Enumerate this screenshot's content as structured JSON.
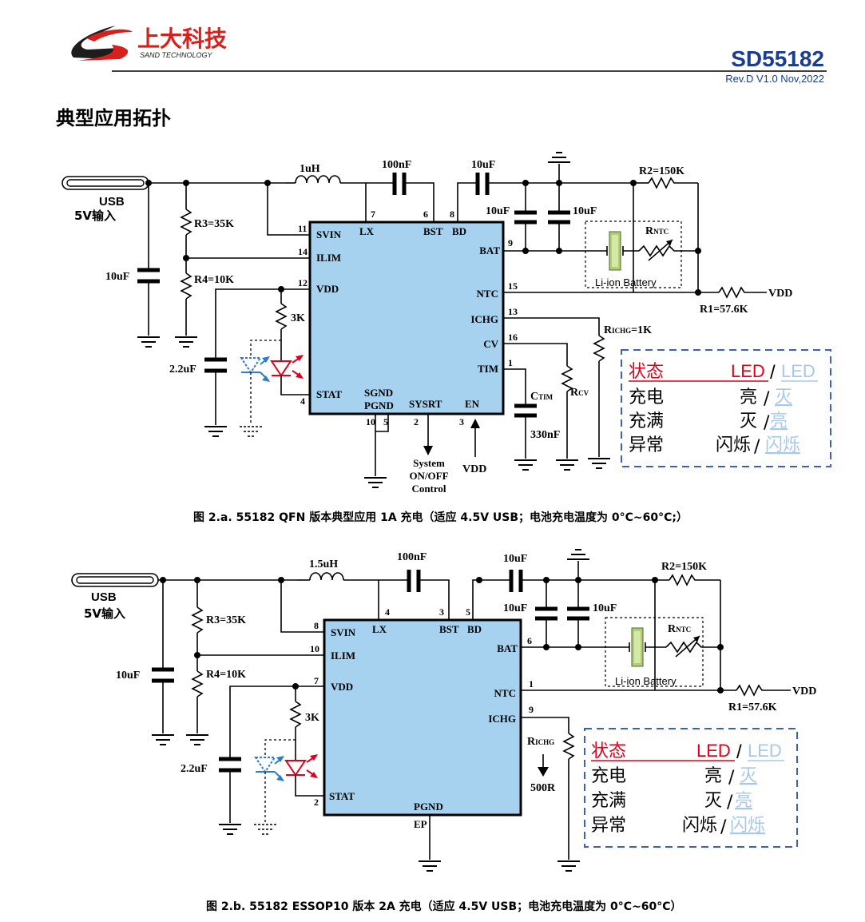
{
  "header": {
    "company_name": "上大科技",
    "company_sub": "SAND TECHNOLOGY",
    "part_number": "SD55182",
    "revision": "Rev.D V1.0    Nov,2022"
  },
  "section_title": "典型应用拓扑",
  "colors": {
    "ic_fill": "#a6d2ef",
    "red": "#e0001b",
    "light_blue": "#a8c8e8",
    "box_border": "#3a63b8",
    "logo_red": "#d7201c"
  },
  "fig_a": {
    "usb_label": "USB",
    "usb_input": "5V输入",
    "inductor": "1uH",
    "bst_cap": "100nF",
    "bd_cap": "10uF",
    "bat_cap1": "10uF",
    "bat_cap2": "10uF",
    "input_cap": "10uF",
    "r3": "R3=35K",
    "r4": "R4=10K",
    "r2": "R2=150K",
    "r1": "R1=57.6K",
    "vdd_cap": "2.2uF",
    "led_res": "3K",
    "rntc_main": "R",
    "rntc_sub": "NTC",
    "battery": "Li-ion Battery",
    "vdd_out": "VDD",
    "richg_main": "R",
    "richg_sub": "ICHG",
    "richg_val": "=1K",
    "rcv_main": "R",
    "rcv_sub": "CV",
    "ctim_main": "C",
    "ctim_sub": "TIM",
    "ctim_val": "330nF",
    "sysrt_note1": "System",
    "sysrt_note2": "ON/OFF",
    "sysrt_note3": "Control",
    "en_vdd": "VDD",
    "pins": {
      "svin": "SVIN",
      "ilim": "ILIM",
      "vdd": "VDD",
      "stat": "STAT",
      "lx": "LX",
      "bst": "BST",
      "bd": "BD",
      "bat": "BAT",
      "ntc": "NTC",
      "ichg": "ICHG",
      "cv": "CV",
      "tim": "TIM",
      "sgnd": "SGND",
      "pgnd": "PGND",
      "sysrt": "SYSRT",
      "en": "EN"
    },
    "pin_nums": {
      "svin": "11",
      "ilim": "14",
      "vdd": "12",
      "stat": "4",
      "lx": "7",
      "bst": "6",
      "bd": "8",
      "bat": "9",
      "ntc": "15",
      "ichg": "13",
      "cv": "16",
      "tim": "1",
      "sgnd": "10",
      "pgnd": "5",
      "sysrt": "2",
      "en": "3"
    },
    "caption": "图 2.a. 55182 QFN 版本典型应用  1A 充电（适应 4.5V USB；电池充电温度为 0°C~60°C;）"
  },
  "fig_b": {
    "usb_label": "USB",
    "usb_input": "5V输入",
    "inductor": "1.5uH",
    "bst_cap": "100nF",
    "bd_cap": "10uF",
    "bat_cap1": "10uF",
    "bat_cap2": "10uF",
    "input_cap": "10uF",
    "r3": "R3=35K",
    "r4": "R4=10K",
    "r2": "R2=150K",
    "r1": "R1=57.6K",
    "vdd_cap": "2.2uF",
    "led_res": "3K",
    "rntc_main": "R",
    "rntc_sub": "NTC",
    "battery": "Li-ion Battery",
    "vdd_out": "VDD",
    "richg_main": "R",
    "richg_sub": "ICHG",
    "richg_val": "500R",
    "pins": {
      "svin": "SVIN",
      "ilim": "ILIM",
      "vdd": "VDD",
      "stat": "STAT",
      "lx": "LX",
      "bst": "BST",
      "bd": "BD",
      "bat": "BAT",
      "ntc": "NTC",
      "ichg": "ICHG",
      "pgnd": "PGND",
      "ep": "EP"
    },
    "pin_nums": {
      "svin": "8",
      "ilim": "10",
      "vdd": "7",
      "stat": "2",
      "lx": "4",
      "bst": "3",
      "bd": "5",
      "bat": "6",
      "ntc": "1",
      "ichg": "9"
    },
    "caption": "图 2.b. 55182 ESSOP10 版本  2A 充电（适应 4.5V USB；电池充电温度为 0°C~60°C）"
  },
  "status_table": {
    "header_state": "状态",
    "header_led": "LED",
    "header_slash": "/",
    "header_led2": "LED",
    "rows": [
      {
        "state": "充电",
        "led_red": "亮",
        "slash": "/",
        "led_blue": "灭"
      },
      {
        "state": "充满",
        "led_red": "灭",
        "slash": "/",
        "led_blue": "亮"
      },
      {
        "state": "异常",
        "led_red": "闪烁",
        "slash": "/",
        "led_blue": "闪烁"
      }
    ]
  }
}
